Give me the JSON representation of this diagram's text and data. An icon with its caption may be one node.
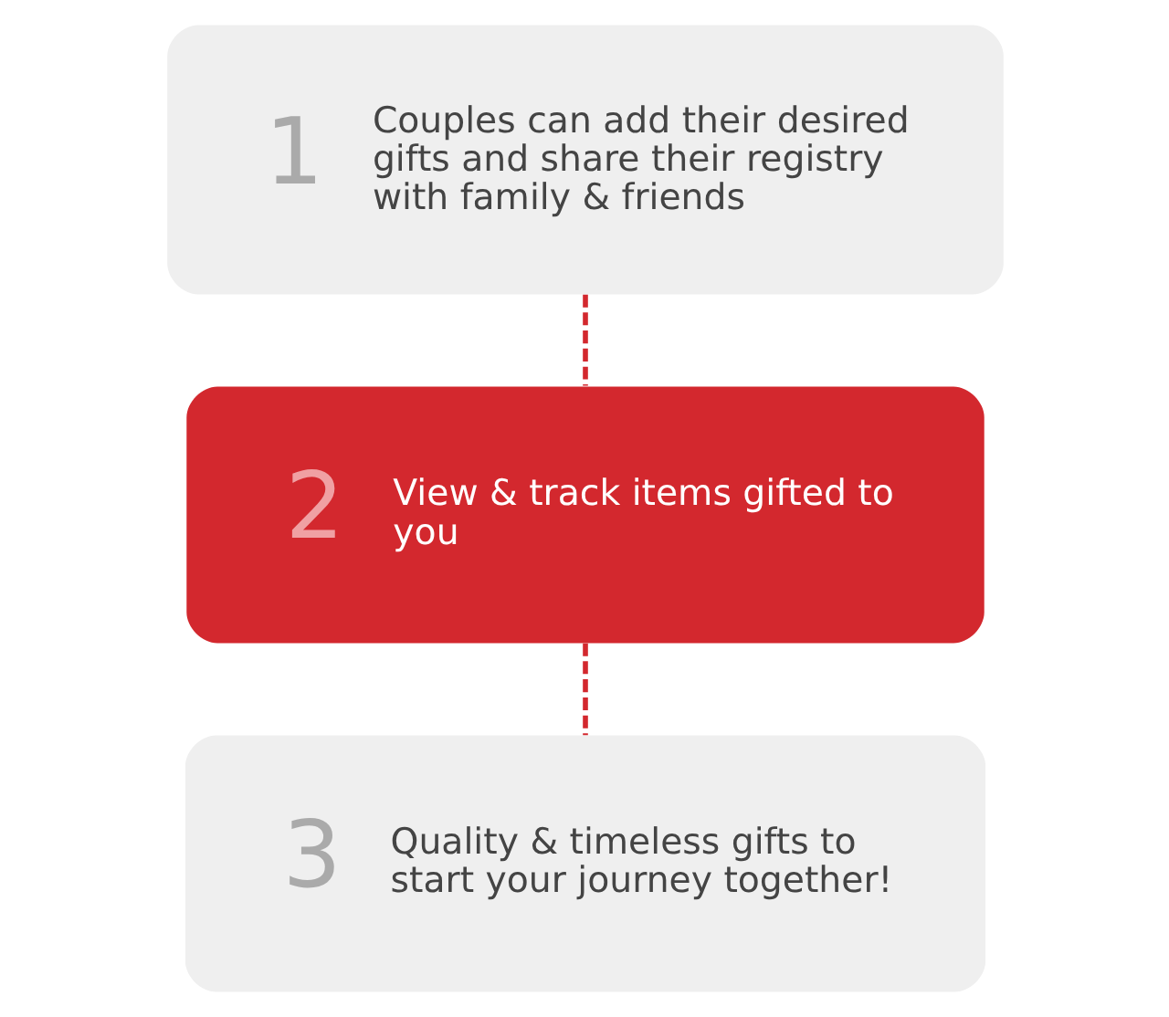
{
  "diagram": {
    "nodes": [
      {
        "text": [
          "1",
          "Couples can add their desired gifts and share their registry with family & friends"
        ]
      },
      {
        "text": [
          "2",
          "View & track items gifted to you"
        ]
      },
      {
        "text": [
          "3",
          "Quality & timeless gifts to start your journey together!"
        ]
      }
    ],
    "edges": [
      {
        "from": 0,
        "to": 1,
        "arrow": "none",
        "style": "dashed"
      },
      {
        "from": 1,
        "to": 2,
        "arrow": "none",
        "style": "dashed"
      }
    ]
  }
}
